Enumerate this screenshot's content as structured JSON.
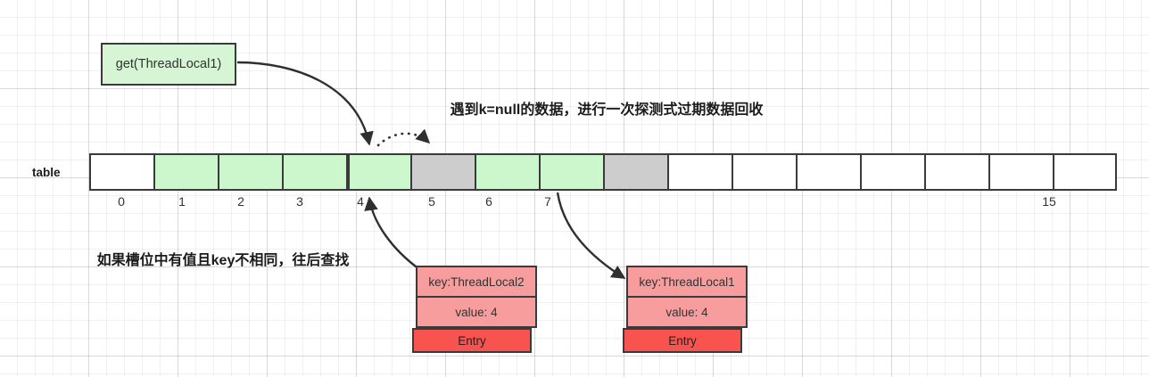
{
  "diagram": {
    "title": "ThreadLocalMap get() probing diagram",
    "get_box": {
      "label": "get(ThreadLocal1)"
    },
    "table": {
      "label": "table",
      "cells": [
        {
          "index": "0",
          "state": "empty"
        },
        {
          "index": "1",
          "state": "filled"
        },
        {
          "index": "2",
          "state": "filled"
        },
        {
          "index": "3",
          "state": "filled"
        },
        {
          "index": "4",
          "state": "filled"
        },
        {
          "index": "5",
          "state": "stale"
        },
        {
          "index": "6",
          "state": "filled"
        },
        {
          "index": "7",
          "state": "filled"
        },
        {
          "index": "8",
          "state": "stale"
        },
        {
          "index": "9",
          "state": "empty"
        },
        {
          "index": "10",
          "state": "empty"
        },
        {
          "index": "11",
          "state": "empty"
        },
        {
          "index": "12",
          "state": "empty"
        },
        {
          "index": "13",
          "state": "empty"
        },
        {
          "index": "14",
          "state": "empty"
        },
        {
          "index": "15",
          "state": "empty"
        }
      ],
      "visible_index_labels": [
        "0",
        "1",
        "2",
        "3",
        "4",
        "5",
        "6",
        "7",
        "15"
      ]
    },
    "annotations": [
      {
        "id": "note-top",
        "text": "遇到k=null的数据，进行一次探测式过期数据回收"
      },
      {
        "id": "note-left",
        "text": "如果槽位中有值且key不相同，往后查找"
      }
    ],
    "entries": [
      {
        "id": "entry-left",
        "key": "key:ThreadLocal2",
        "value": "value: 4",
        "footer": "Entry"
      },
      {
        "id": "entry-right",
        "key": "key:ThreadLocal1",
        "value": "value: 4",
        "footer": "Entry"
      }
    ],
    "colors": {
      "filled_cell": "#ccf7cd",
      "stale_cell": "#cdcdcd",
      "empty_cell": "#ffffff",
      "entry_header": "#f79d9d",
      "entry_footer": "#f9534f",
      "get_box": "#d5f5d5",
      "stroke": "#3a3a3a"
    },
    "connectors": [
      {
        "name": "get-to-slot4",
        "style": "solid",
        "from": "get_box",
        "to": "cell-4-top"
      },
      {
        "name": "slot4-to-slot5-probe",
        "style": "dotted",
        "from": "cell-4-top",
        "to": "cell-5-top"
      },
      {
        "name": "entry2-to-slot4",
        "style": "solid",
        "from": "entry-left",
        "to": "cell-4-bottom"
      },
      {
        "name": "slot7-to-entry1",
        "style": "solid",
        "from": "cell-7-bottom",
        "to": "entry-right"
      }
    ]
  }
}
